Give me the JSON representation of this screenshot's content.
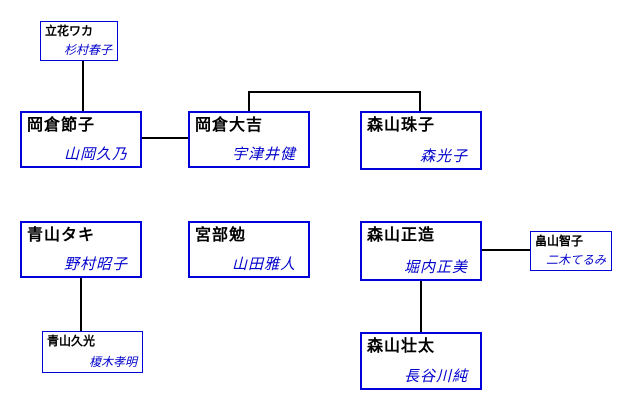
{
  "diagram": {
    "kind": "family-relationship-chart",
    "background_color": "#ffffff",
    "box_border_color": "#0000dd",
    "character_name_color": "#000000",
    "actor_name_color": "#0000cc",
    "connector_color": "#000000"
  },
  "nodes": {
    "waka": {
      "name": "立花ワカ",
      "actor": "杉村春子"
    },
    "setsuko": {
      "name": "岡倉節子",
      "actor": "山岡久乃"
    },
    "daikichi": {
      "name": "岡倉大吉",
      "actor": "宇津井健"
    },
    "tamako": {
      "name": "森山珠子",
      "actor": "森光子"
    },
    "taki": {
      "name": "青山タキ",
      "actor": "野村昭子"
    },
    "tsutomu": {
      "name": "宮部勉",
      "actor": "山田雅人"
    },
    "shozo": {
      "name": "森山正造",
      "actor": "堀内正美"
    },
    "tomoko": {
      "name": "畠山智子",
      "actor": "二木てるみ"
    },
    "hisamitsu": {
      "name": "青山久光",
      "actor": "榎木孝明"
    },
    "sota": {
      "name": "森山壮太",
      "actor": "長谷川純"
    }
  },
  "edges": [
    {
      "from": "waka",
      "to": "setsuko",
      "type": "parent-child-vertical"
    },
    {
      "from": "setsuko",
      "to": "daikichi",
      "type": "marriage-horizontal"
    },
    {
      "from": "daikichi",
      "to": "tamako",
      "type": "sibling-bracket"
    },
    {
      "from": "shozo",
      "to": "tomoko",
      "type": "marriage-horizontal"
    },
    {
      "from": "taki",
      "to": "hisamitsu",
      "type": "parent-child-vertical"
    },
    {
      "from": "shozo",
      "to": "sota",
      "type": "parent-child-vertical"
    }
  ]
}
